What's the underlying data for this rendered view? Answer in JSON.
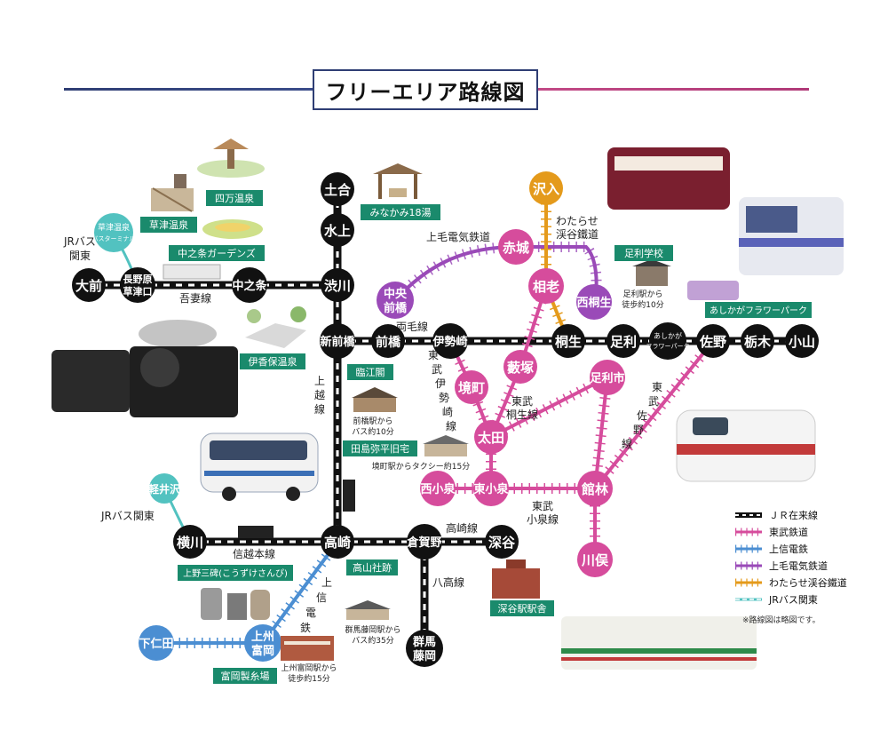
{
  "title": "フリーエリア路線図",
  "colors": {
    "jr": "#111111",
    "tobu": "#d64c9c",
    "joshin": "#4b8ed2",
    "jomo": "#9a4ab8",
    "watarase": "#e49a1b",
    "jrbus": "#52c2c0",
    "spot": "#1a8a6c"
  },
  "stations": {
    "tsuchiai": "土合",
    "minakami": "水上",
    "shibukawa": "渋川",
    "shinmaebashi": "新前橋",
    "maebashi": "前橋",
    "isesaki": "伊勢崎",
    "kiryu": "桐生",
    "ashikaga": "足利",
    "ashikaga_fp_line1": "あしかが",
    "ashikaga_fp_line2": "フラワーパーク",
    "sano": "佐野",
    "tochigi": "栃木",
    "oyama": "小山",
    "takasaki": "高崎",
    "kuragano": "倉賀野",
    "fukaya": "深谷",
    "yokokawa": "横川",
    "omae": "大前",
    "naganohara_line1": "長野原",
    "naganohara_line2": "草津口",
    "nakanojo": "中之条",
    "chuo_maebashi_line1": "中央",
    "chuo_maebashi_line2": "前橋",
    "akagi": "赤城",
    "soro": "相老",
    "nishikiryu": "西桐生",
    "sawairi": "沢入",
    "sakaimachi": "境町",
    "yabuzuka": "藪塚",
    "ota": "太田",
    "ashikagashi": "足利市",
    "nishikoizumi": "西小泉",
    "higashikoizumi": "東小泉",
    "tatebayashi": "館林",
    "kawamata": "川俣",
    "gunmafujioka_line1": "群馬",
    "gunmafujioka_line2": "藤岡",
    "joshutomioka_line1": "上州",
    "joshutomioka_line2": "富岡",
    "shimonita": "下仁田",
    "karuizawa": "軽井沢",
    "kusatsu_bt_line1": "草津温泉",
    "kusatsu_bt_line2": "バスターミナル"
  },
  "lines": {
    "agatsuma": "吾妻線",
    "ryomo": "両毛線",
    "joetsu_1": "上",
    "joetsu_2": "越",
    "joetsu_3": "線",
    "tobu_isesaki": [
      "東",
      "武",
      "伊",
      "勢",
      "崎",
      "線"
    ],
    "tobu_kiryu_1": "東武",
    "tobu_kiryu_2": "桐生線",
    "tobu_sano": [
      "東",
      "武",
      "佐",
      "野",
      "線"
    ],
    "tobu_koizumi_1": "東武",
    "tobu_koizumi_2": "小泉線",
    "jomo": "上毛電気鉄道",
    "watarase_1": "わたらせ",
    "watarase_2": "渓谷鐵道",
    "shinetsu": "信越本線",
    "takasaki": "高崎線",
    "hachiko": "八高線",
    "joshin": [
      "上",
      "信",
      "電",
      "鉄"
    ],
    "jrbus_top_1": "JRバス",
    "jrbus_top_2": "関東",
    "jrbus_bottom": "JRバス関東"
  },
  "spots": {
    "shima": "四万温泉",
    "kusatsu": "草津温泉",
    "nakanojo_gardens": "中之条ガーデンズ",
    "minakami18": "みなかみ18湯",
    "ikaho": "伊香保温泉",
    "rinkokaku": "臨江閣",
    "rinkokaku_note_1": "前橋駅から",
    "rinkokaku_note_2": "バス約10分",
    "tajima": "田島弥平旧宅",
    "tajima_note": "境町駅からタクシー約15分",
    "ashikaga_gakko": "足利学校",
    "ashikaga_gakko_note_1": "足利駅から",
    "ashikaga_gakko_note_2": "徒歩約10分",
    "flower_park": "あしかがフラワーパーク",
    "kozuke_sanpi": "上野三碑(こうずけさんぴ)",
    "takayama": "高山社跡",
    "takayama_note_1": "群馬藤岡駅から",
    "takayama_note_2": "バス約35分",
    "tomioka_silk": "富岡製糸場",
    "tomioka_note_1": "上州富岡駅から",
    "tomioka_note_2": "徒歩約15分",
    "fukaya_station": "深谷駅駅舎"
  },
  "legend": [
    {
      "label": "ＪＲ在来線",
      "color": "#111111",
      "kind": "jr"
    },
    {
      "label": "東武鉄道",
      "color": "#d64c9c",
      "kind": "rail"
    },
    {
      "label": "上信電鉄",
      "color": "#4b8ed2",
      "kind": "rail"
    },
    {
      "label": "上毛電気鉄道",
      "color": "#9a4ab8",
      "kind": "rail"
    },
    {
      "label": "わたらせ渓谷鐵道",
      "color": "#e49a1b",
      "kind": "rail"
    },
    {
      "label": "JRバス関東",
      "color": "#52c2c0",
      "kind": "bus"
    }
  ],
  "legend_note": "※路線図は略図です。"
}
